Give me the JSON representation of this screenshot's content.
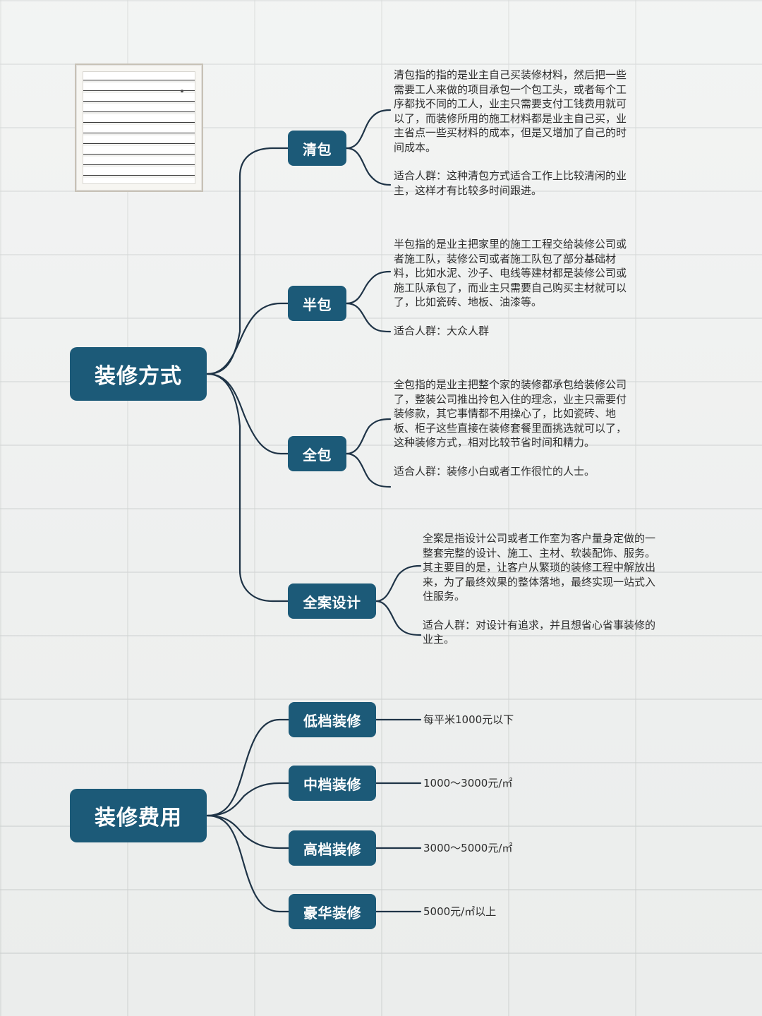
{
  "icons": {
    "vent": "wall-vent-icon"
  },
  "colors": {
    "node": "#1c5a78",
    "connector": "#1f3447",
    "text": "#2d2d2d"
  },
  "mindmaps": {
    "decoration_method": {
      "root": "装修方式",
      "branches": [
        {
          "label": "清包",
          "text1": "清包指的指的是业主自己买装修材料，然后把一些需要工人来做的项目承包一个包工头，或者每个工序都找不同的工人，业主只需要支付工钱费用就可以了，而装修所用的施工材料都是业主自己买，业主省点一些买材料的成本，但是又增加了自己的时间成本。",
          "text2": "适合人群：这种清包方式适合工作上比较清闲的业主，这样才有比较多时间跟进。"
        },
        {
          "label": "半包",
          "text1": "半包指的是业主把家里的施工工程交给装修公司或者施工队，装修公司或者施工队包了部分基础材料，比如水泥、沙子、电线等建材都是装修公司或施工队承包了，而业主只需要自己购买主材就可以了，比如瓷砖、地板、油漆等。",
          "text2": "适合人群：大众人群"
        },
        {
          "label": "全包",
          "text1": "全包指的是业主把整个家的装修都承包给装修公司了，整装公司推出拎包入住的理念，业主只需要付装修款，其它事情都不用操心了，比如瓷砖、地板、柜子这些直接在装修套餐里面挑选就可以了，这种装修方式，相对比较节省时间和精力。",
          "text2": "适合人群：装修小白或者工作很忙的人士。"
        },
        {
          "label": "全案设计",
          "text1": "全案是指设计公司或者工作室为客户量身定做的一整套完整的设计、施工、主材、软装配饰、服务。其主要目的是，让客户从繁琐的装修工程中解放出来，为了最终效果的整体落地，最终实现一站式入住服务。",
          "text2": "适合人群：对设计有追求，并且想省心省事装修的业主。"
        }
      ]
    },
    "decoration_cost": {
      "root": "装修费用",
      "branches": [
        {
          "label": "低档装修",
          "value": "每平米1000元以下"
        },
        {
          "label": "中档装修",
          "value": "1000～3000元/㎡"
        },
        {
          "label": "高档装修",
          "value": "3000～5000元/㎡"
        },
        {
          "label": "豪华装修",
          "value": "5000元/㎡以上"
        }
      ]
    }
  }
}
